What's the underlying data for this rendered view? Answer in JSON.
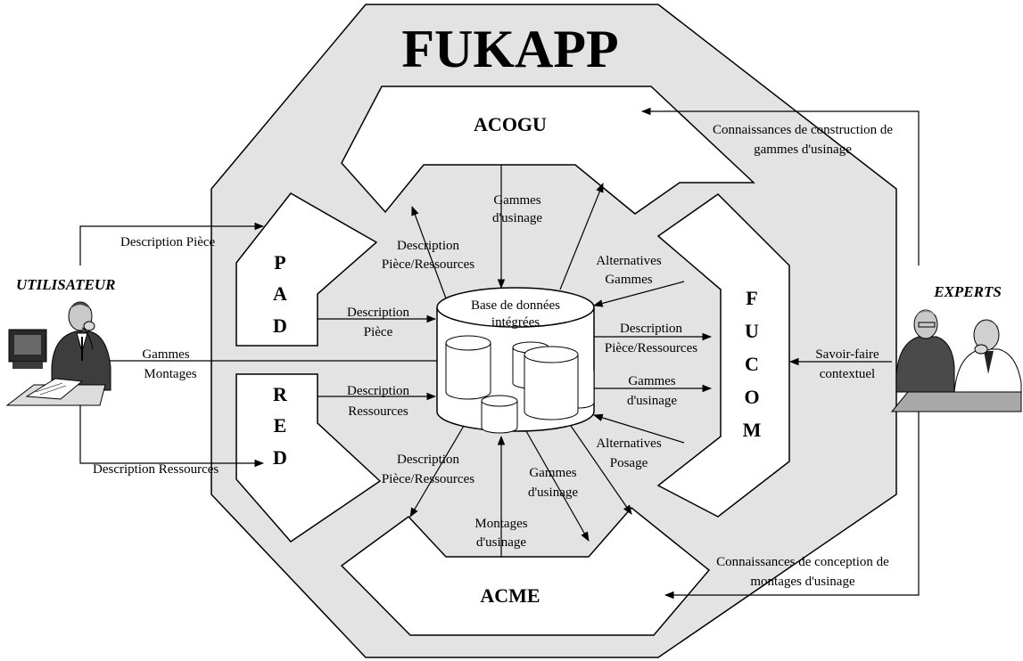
{
  "title": "FUKAPP",
  "modules": {
    "acogu": "ACOGU",
    "acme": "ACME",
    "pad": [
      "P",
      "A",
      "D"
    ],
    "red": [
      "R",
      "E",
      "D"
    ],
    "fucom": [
      "F",
      "U",
      "C",
      "O",
      "M"
    ]
  },
  "actors": {
    "user": "UTILISATEUR",
    "experts": "EXPERTS"
  },
  "database": {
    "line1": "Base de données",
    "line2": "intégrées"
  },
  "labels": {
    "desc_piece_user": "Description Pièce",
    "desc_ressources_user": "Description Ressources",
    "gammes_montages": [
      "Gammes",
      "Montages"
    ],
    "gammes_usinage_top": [
      "Gammes",
      "d'usinage"
    ],
    "desc_piece_ress_topleft": [
      "Description",
      "Pièce/Ressources"
    ],
    "desc_piece_pad": [
      "Description",
      "Pièce"
    ],
    "desc_ressources_red": [
      "Description",
      "Ressources"
    ],
    "desc_piece_ress_bottomleft": [
      "Description",
      "Pièce/Ressources"
    ],
    "montages_usinage": [
      "Montages",
      "d'usinage"
    ],
    "gammes_usinage_bottom": [
      "Gammes",
      "d'usinage"
    ],
    "alternatives_gammes": [
      "Alternatives",
      "Gammes"
    ],
    "desc_piece_ress_right": [
      "Description",
      "Pièce/Ressources"
    ],
    "gammes_usinage_right": [
      "Gammes",
      "d'usinage"
    ],
    "alternatives_posage": [
      "Alternatives",
      "Posage"
    ],
    "conn_construction": [
      "Connaissances de construction de",
      "gammes d'usinage"
    ],
    "savoir_faire": [
      "Savoir-faire",
      "contextuel"
    ],
    "conn_conception": [
      "Connaissances de conception de",
      "montages d'usinage"
    ]
  },
  "icons": [
    "user-at-computer-icon",
    "experts-icon",
    "database-icon"
  ]
}
